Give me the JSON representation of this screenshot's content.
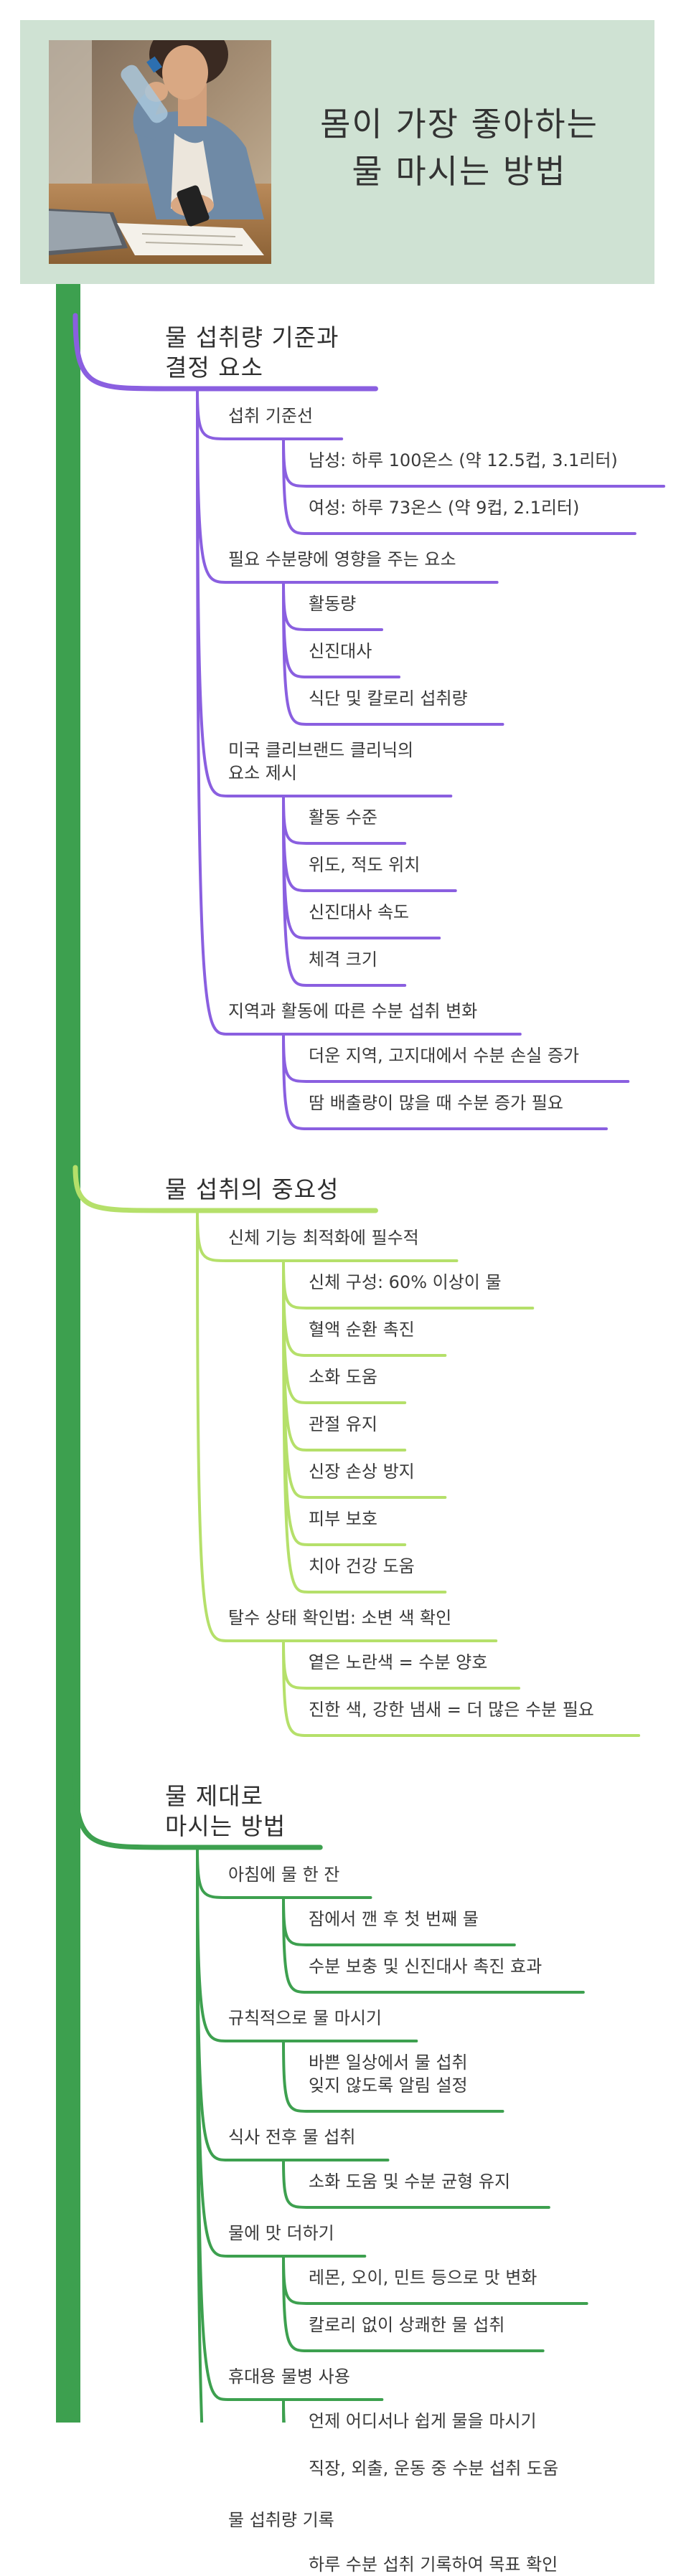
{
  "title_lines": [
    "몸이 가장 좋아하는",
    "물 마시는 방법"
  ],
  "colors": {
    "header_bg": "#cfe2d3",
    "trunk": "#3da04f",
    "branch1": "#8a5fe0",
    "branch2": "#b5e06a",
    "branch3": "#3da04f"
  },
  "image": {
    "subject": "woman-drinking-water-photo"
  },
  "branches": [
    {
      "lines": [
        "물 섭취량 기준과",
        "결정 요소"
      ],
      "color": "branch1",
      "children": [
        {
          "lines": [
            "섭취 기준선"
          ],
          "children": [
            {
              "lines": [
                "남성: 하루 100온스 (약 12.5컵, 3.1리터)"
              ]
            },
            {
              "lines": [
                "여성: 하루 73온스 (약 9컵, 2.1리터)"
              ]
            }
          ]
        },
        {
          "lines": [
            "필요 수분량에 영향을 주는 요소"
          ],
          "children": [
            {
              "lines": [
                "활동량"
              ]
            },
            {
              "lines": [
                "신진대사"
              ]
            },
            {
              "lines": [
                "식단 및 칼로리 섭취량"
              ]
            }
          ]
        },
        {
          "lines": [
            "미국 클리브랜드 클리닉의",
            "요소 제시"
          ],
          "children": [
            {
              "lines": [
                "활동 수준"
              ]
            },
            {
              "lines": [
                "위도, 적도 위치"
              ]
            },
            {
              "lines": [
                "신진대사 속도"
              ]
            },
            {
              "lines": [
                "체격 크기"
              ]
            }
          ]
        },
        {
          "lines": [
            "지역과 활동에 따른 수분 섭취 변화"
          ],
          "children": [
            {
              "lines": [
                "더운 지역, 고지대에서 수분 손실 증가"
              ]
            },
            {
              "lines": [
                "땀 배출량이 많을 때 수분 증가 필요"
              ]
            }
          ]
        }
      ]
    },
    {
      "lines": [
        "물 섭취의 중요성"
      ],
      "color": "branch2",
      "children": [
        {
          "lines": [
            "신체 기능 최적화에 필수적"
          ],
          "children": [
            {
              "lines": [
                "신체 구성: 60% 이상이 물"
              ]
            },
            {
              "lines": [
                "혈액 순환 촉진"
              ]
            },
            {
              "lines": [
                "소화 도움"
              ]
            },
            {
              "lines": [
                "관절 유지"
              ]
            },
            {
              "lines": [
                "신장 손상 방지"
              ]
            },
            {
              "lines": [
                "피부 보호"
              ]
            },
            {
              "lines": [
                "치아 건강 도움"
              ]
            }
          ]
        },
        {
          "lines": [
            "탈수 상태 확인법: 소변 색 확인"
          ],
          "children": [
            {
              "lines": [
                "옅은 노란색 = 수분 양호"
              ]
            },
            {
              "lines": [
                "진한 색, 강한 냄새 = 더 많은 수분 필요"
              ]
            }
          ]
        }
      ]
    },
    {
      "lines": [
        "물 제대로",
        "마시는 방법"
      ],
      "color": "branch3",
      "children": [
        {
          "lines": [
            "아침에 물 한 잔"
          ],
          "children": [
            {
              "lines": [
                "잠에서 깬 후 첫 번째 물"
              ]
            },
            {
              "lines": [
                "수분 보충 및 신진대사 촉진 효과"
              ]
            }
          ]
        },
        {
          "lines": [
            "규칙적으로 물 마시기"
          ],
          "children": [
            {
              "lines": [
                "바쁜 일상에서 물 섭취",
                "잊지 않도록 알림 설정"
              ]
            }
          ]
        },
        {
          "lines": [
            "식사 전후 물 섭취"
          ],
          "children": [
            {
              "lines": [
                "소화 도움 및 수분 균형 유지"
              ]
            }
          ]
        },
        {
          "lines": [
            "물에 맛 더하기"
          ],
          "children": [
            {
              "lines": [
                "레몬, 오이, 민트 등으로 맛 변화"
              ]
            },
            {
              "lines": [
                "칼로리 없이 상쾌한 물 섭취"
              ]
            }
          ]
        },
        {
          "lines": [
            "휴대용 물병 사용"
          ],
          "children": [
            {
              "lines": [
                "언제 어디서나 쉽게 물을 마시기"
              ]
            },
            {
              "lines": [
                "직장, 외출, 운동 중 수분 섭취 도움"
              ]
            }
          ]
        },
        {
          "lines": [
            "물 섭취량 기록"
          ],
          "children": [
            {
              "lines": [
                "하루 수분 섭취 기록하여 목표 확인"
              ]
            }
          ]
        }
      ]
    }
  ]
}
